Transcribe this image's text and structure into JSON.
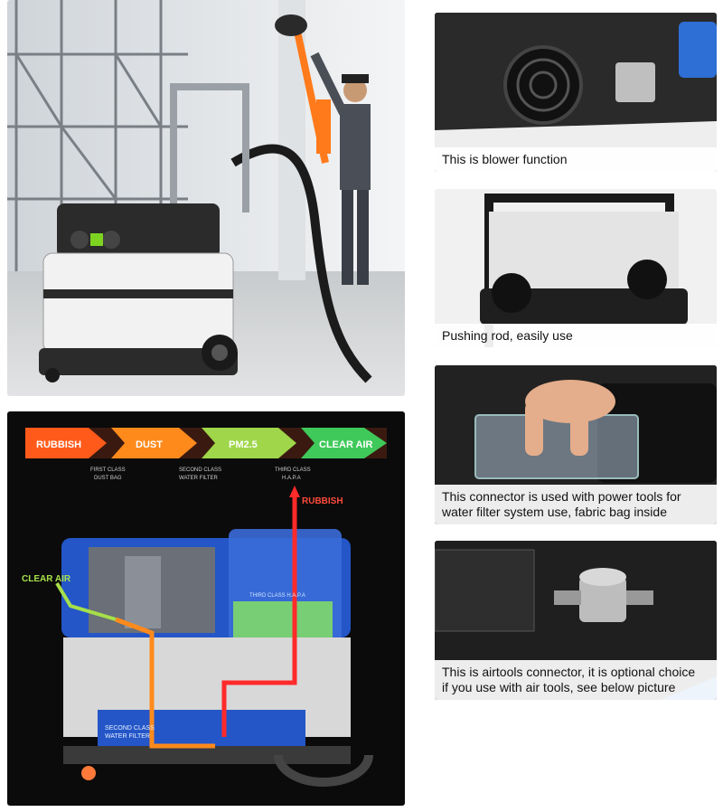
{
  "panels": {
    "blower": {
      "caption": "This is blower function"
    },
    "pushing_rod": {
      "caption": "Pushing rod, easily use"
    },
    "connector": {
      "caption_line1": "This connector is used with power tools for",
      "caption_line2": "water filter system use, fabric bag inside"
    },
    "airtools": {
      "caption_line1": "This is airtools connector, it is optional choice",
      "caption_line2": "if you use with air tools, see below picture"
    }
  },
  "diagram": {
    "stages": [
      "RUBBISH",
      "DUST",
      "PM2.5",
      "CLEAR AIR"
    ],
    "stage_notes": [
      {
        "line1": "FIRST CLASS",
        "line2": "DUST BAG"
      },
      {
        "line1": "SECOND CLASS",
        "line2": "WATER FILTER"
      },
      {
        "line1": "THIRD CLASS",
        "line2": "H.A.P.A"
      }
    ],
    "rubbish_label": "RUBBISH",
    "clear_air_label": "CLEAR AIR",
    "third_class_tag": "THIRD CLASS H.A.P.A",
    "water_filter_line1": "SECOND CLASS",
    "water_filter_line2": "WATER FILTER"
  },
  "colors": {
    "flow_orange": "#ff8a1c",
    "flow_red": "#ff2a2a",
    "flow_green": "#a6e04a",
    "machine_blue": "#2456c8",
    "filter_green": "#7fd96a"
  }
}
